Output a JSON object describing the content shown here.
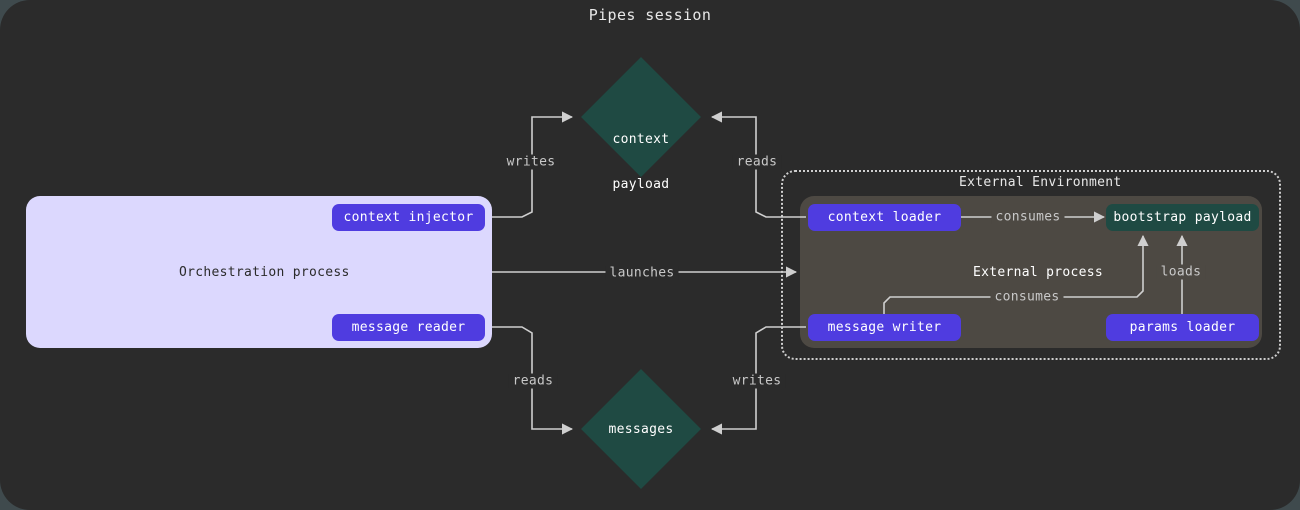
{
  "title": "Pipes session",
  "colors": {
    "page_background": "#3f4a4d",
    "card_background": "#2b2b2b",
    "orchestration_fill": "#dcd8fe",
    "node_purple": "#4f3ce0",
    "node_teal": "#1f4a43",
    "external_inner_fill": "#4d4943",
    "edge_stroke": "#cfcfcf",
    "edge_label_text": "#c9c9c9"
  },
  "groups": [
    {
      "name": "orchestration-process",
      "label": "Orchestration process",
      "style": "solid-filled"
    },
    {
      "name": "external-environment",
      "label": "External Environment",
      "style": "dotted-outline"
    },
    {
      "name": "external-process",
      "label": "External process",
      "style": "solid-filled-gray"
    }
  ],
  "nodes": [
    {
      "name": "context-injector",
      "label": "context injector",
      "shape": "pill",
      "color": "purple"
    },
    {
      "name": "message-reader",
      "label": "message reader",
      "shape": "pill",
      "color": "purple"
    },
    {
      "name": "context-loader",
      "label": "context loader",
      "shape": "pill",
      "color": "purple"
    },
    {
      "name": "message-writer",
      "label": "message writer",
      "shape": "pill",
      "color": "purple"
    },
    {
      "name": "params-loader",
      "label": "params loader",
      "shape": "pill",
      "color": "purple"
    },
    {
      "name": "bootstrap-payload",
      "label": "bootstrap payload",
      "shape": "box",
      "color": "teal"
    },
    {
      "name": "context-payload",
      "label": "context\npayload",
      "label_line1": "context",
      "label_line2": "payload",
      "shape": "diamond",
      "color": "teal"
    },
    {
      "name": "messages",
      "label": "messages",
      "shape": "diamond",
      "color": "teal"
    }
  ],
  "edges": [
    {
      "name": "edge-writes-context-payload",
      "label": "writes",
      "from": "context-injector",
      "to": "context-payload"
    },
    {
      "name": "edge-reads-context-payload",
      "label": "reads",
      "from": "context-payload",
      "to": "context-loader"
    },
    {
      "name": "edge-launches",
      "label": "launches",
      "from": "orchestration-process",
      "to": "external-process"
    },
    {
      "name": "edge-reads-messages",
      "label": "reads",
      "from": "message-reader",
      "to": "messages"
    },
    {
      "name": "edge-writes-messages",
      "label": "writes",
      "from": "message-writer",
      "to": "messages"
    },
    {
      "name": "edge-consumes-context",
      "label": "consumes",
      "from": "context-loader",
      "to": "bootstrap-payload"
    },
    {
      "name": "edge-consumes-message",
      "label": "consumes",
      "from": "message-writer",
      "to": "bootstrap-payload"
    },
    {
      "name": "edge-loads",
      "label": "loads",
      "from": "params-loader",
      "to": "bootstrap-payload"
    }
  ]
}
